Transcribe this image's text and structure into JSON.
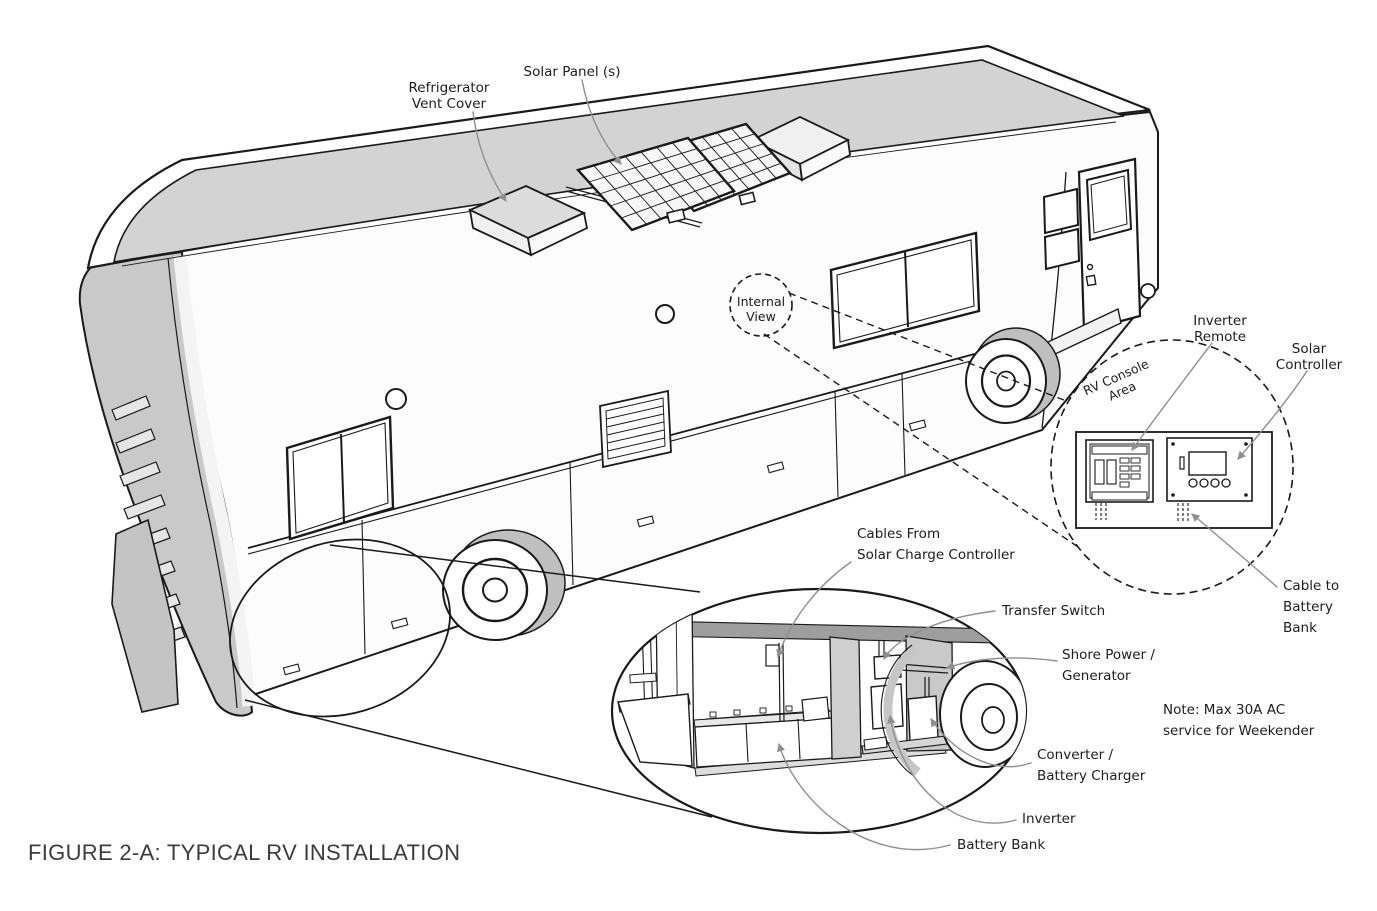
{
  "figure": {
    "caption": "FIGURE 2-A: TYPICAL RV INSTALLATION",
    "note": "Note: Max 30A AC\nservice for Weekender"
  },
  "callouts": {
    "solar_panel": "Solar Panel (s)",
    "refrigerator_vent": "Refrigerator\nVent Cover",
    "internal_view": "Internal\nView",
    "rv_console_area": "RV Console\nArea",
    "inverter_remote": "Inverter\nRemote",
    "solar_controller": "Solar\nController",
    "cable_to_battery_bank": "Cable to\nBattery\nBank",
    "cables_from_solar_charge_controller": "Cables From\nSolar Charge Controller",
    "transfer_switch": "Transfer Switch",
    "shore_power_generator": "Shore Power /\nGenerator",
    "converter_battery_charger": "Converter /\nBattery Charger",
    "inverter": "Inverter",
    "battery_bank": "Battery Bank"
  },
  "colors": {
    "ink": "#1a1a1a",
    "leader": "#8f8f8f",
    "roof_gray": "#d3d3d3",
    "cap_gray": "#c9c9c9",
    "shadow_gray": "#bfbfbf",
    "bay_ceiling_gray": "#9e9e9e",
    "background": "#ffffff"
  }
}
